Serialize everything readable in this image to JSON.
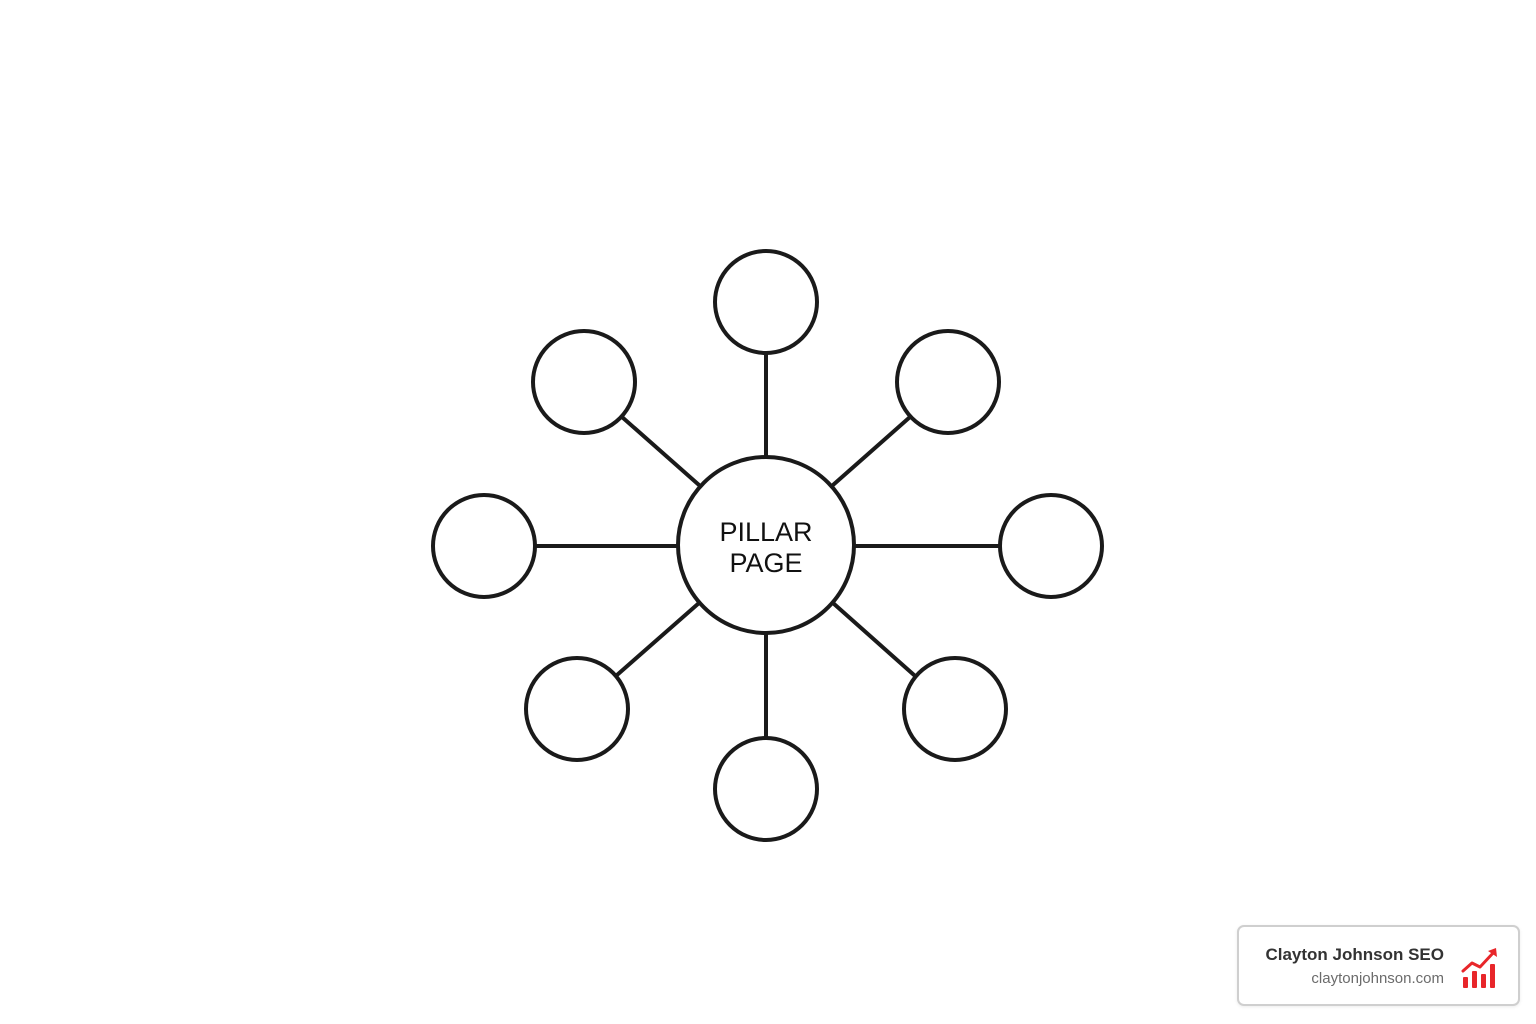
{
  "diagram": {
    "center_label_line1": "PILLAR",
    "center_label_line2": "PAGE",
    "satellite_count": 8,
    "stroke_color": "#1a1a1a",
    "fill_color": "#ffffff"
  },
  "watermark": {
    "title": "Clayton Johnson SEO",
    "url": "claytonjohnson.com",
    "logo_icon": "bar-chart-trend-up-icon",
    "accent_color": "#e8262a"
  }
}
